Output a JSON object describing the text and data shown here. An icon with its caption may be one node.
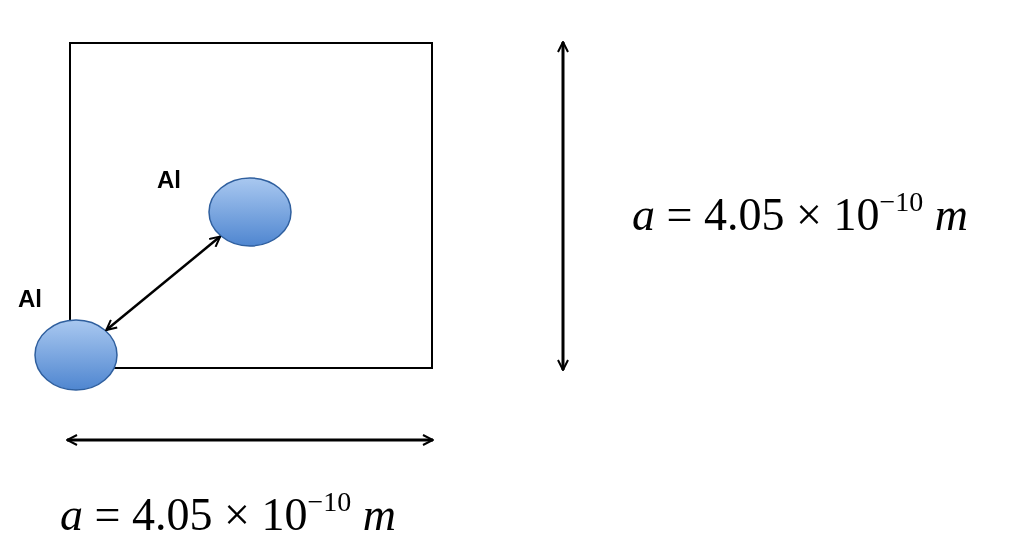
{
  "diagram": {
    "nodes": [
      {
        "text": [],
        "shape": "circle",
        "beside": [
          "Al"
        ]
      },
      {
        "text": [],
        "shape": "circle",
        "beside": [
          "Al"
        ]
      }
    ],
    "edges": [
      {
        "from": 1,
        "to": 0,
        "arrow": "both"
      }
    ],
    "labels": [
      "*a* = 4.05 × 10$^{−10}$ *m*",
      "*a* = 4.05 × 10$^{−10}$ *m*"
    ]
  }
}
